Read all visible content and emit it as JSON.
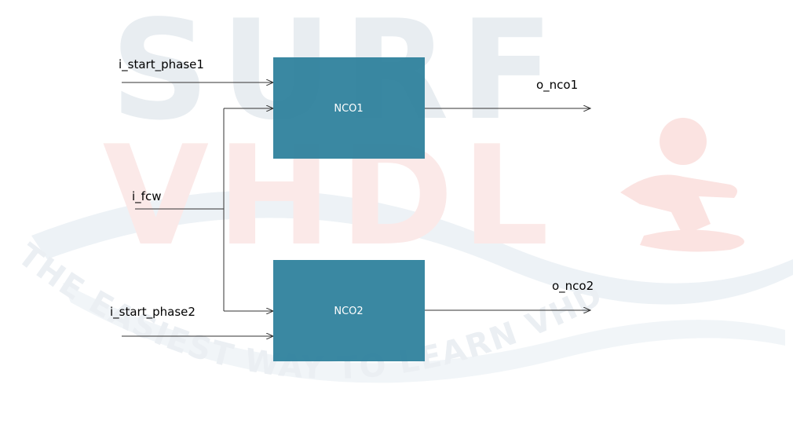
{
  "colors": {
    "block_fill": "#2b7f9b",
    "block_text": "#ffffff",
    "wire": "#333333",
    "label": "#000000",
    "watermark_blue": "#e8edf1",
    "watermark_red": "#fbe9e8",
    "watermark_wave": "#edf2f6"
  },
  "watermark": {
    "line1": "SURF",
    "line2": "VHDL",
    "tagline": "THE EASIEST WAY TO LEARN VHDL",
    "icon": "surfer-icon"
  },
  "inputs": {
    "start_phase1": "i_start_phase1",
    "fcw": "i_fcw",
    "start_phase2": "i_start_phase2"
  },
  "blocks": {
    "nco1": "NCO1",
    "nco2": "NCO2"
  },
  "outputs": {
    "nco1": "o_nco1",
    "nco2": "o_nco2"
  }
}
